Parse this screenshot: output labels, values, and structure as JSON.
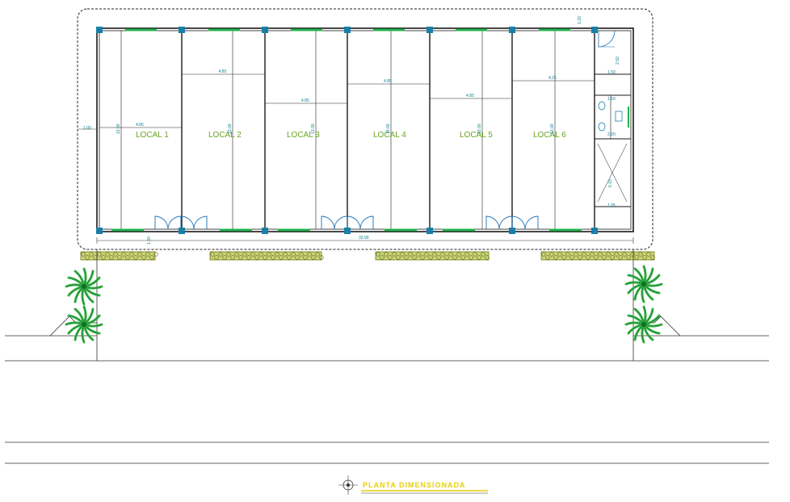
{
  "rooms": [
    {
      "label": "LOCAL  1",
      "width_dim": "4.85",
      "depth_dim": "13.00"
    },
    {
      "label": "LOCAL  2",
      "width_dim": "4.85",
      "depth_dim": "13.00"
    },
    {
      "label": "LOCAL  3",
      "width_dim": "4.85",
      "depth_dim": "13.00"
    },
    {
      "label": "LOCAL  4",
      "width_dim": "4.85",
      "depth_dim": "13.00"
    },
    {
      "label": "LOCAL  5",
      "width_dim": "4.85",
      "depth_dim": "13.00"
    },
    {
      "label": "LOCAL  6",
      "width_dim": "4.25",
      "depth_dim": "13.00"
    }
  ],
  "dimensions": {
    "overall_length": "33.90",
    "left_setback": "1.00",
    "front_setback": "1.30",
    "top_right": "1.20",
    "service_width": "1.50",
    "service_a": "2.50",
    "service_b": "1.50",
    "service_c": "6.15",
    "service_d": "2.20",
    "service_e": "1.05"
  },
  "title": "PLANTA DIMENSIONADA",
  "colors": {
    "wall": "#1a1a1a",
    "column": "#1a7fa8",
    "window": "#22b24c",
    "door": "#1a6fb5",
    "text": "#6aa321",
    "dimension": "#0a7f8c",
    "planter": "#8a9a1a",
    "palm": "#39b54a",
    "title": "#e8d000"
  }
}
